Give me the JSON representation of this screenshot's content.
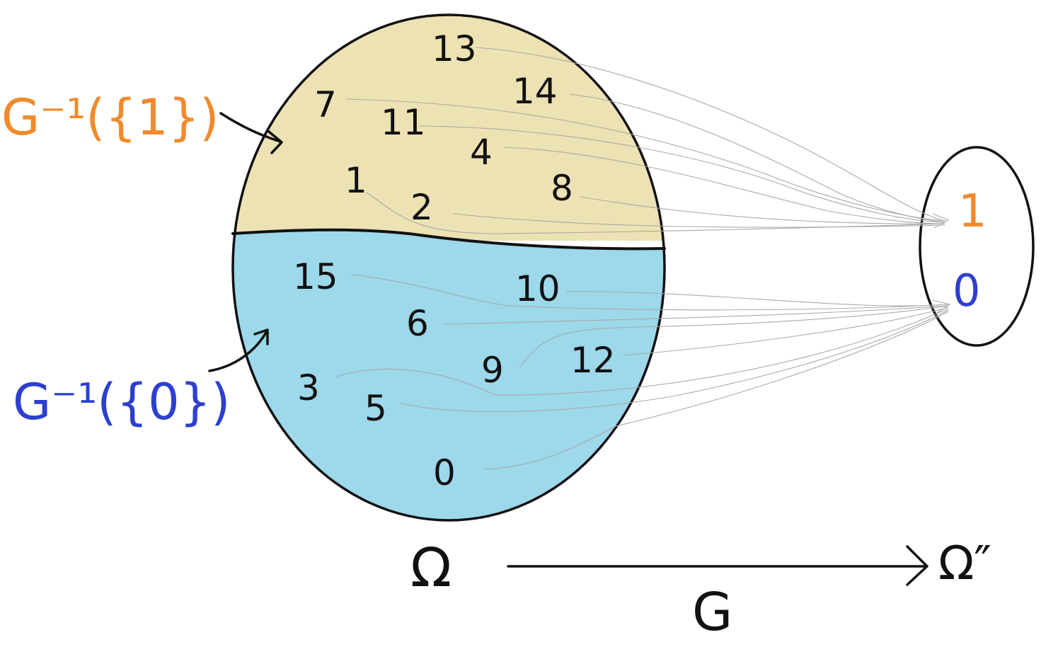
{
  "colors": {
    "upper_region": "#ede2b4",
    "lower_region": "#9dd8eb",
    "orange": "#f08a2c",
    "blue": "#2d3fcf",
    "ink": "#111111",
    "mapping_lines": "#a9a9a9"
  },
  "labels": {
    "preimage_one": "G⁻¹({1})",
    "preimage_zero": "G⁻¹({0})",
    "domain": "Ω",
    "codomain": "Ω″",
    "function": "G"
  },
  "codomain_values": [
    "1",
    "0"
  ],
  "upper_elements": [
    "13",
    "14",
    "7",
    "11",
    "4",
    "1",
    "8",
    "2"
  ],
  "lower_elements": [
    "15",
    "10",
    "6",
    "9",
    "12",
    "3",
    "5",
    "0"
  ]
}
